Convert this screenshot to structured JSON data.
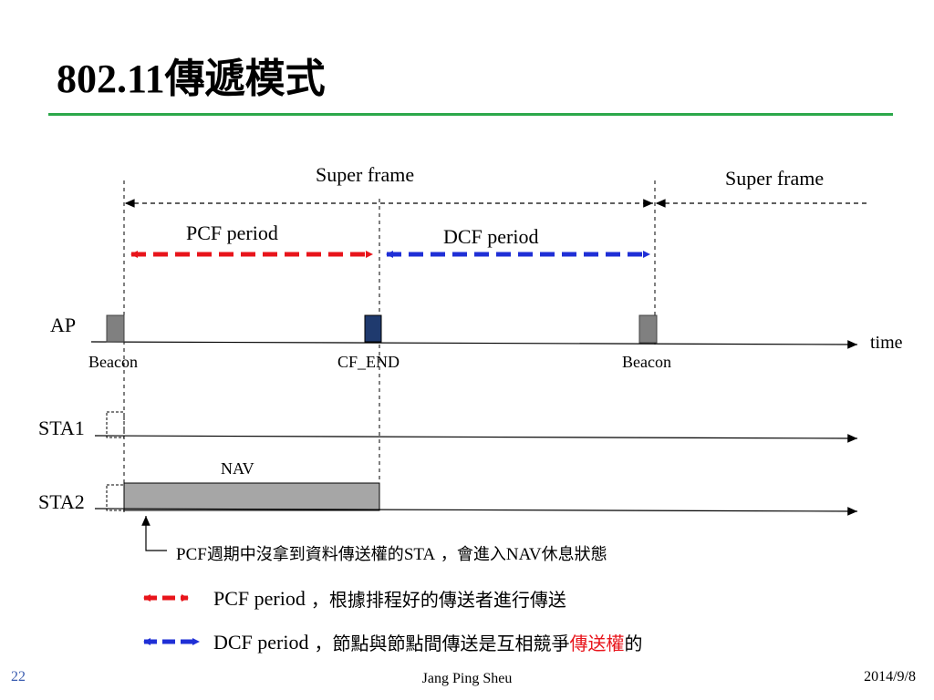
{
  "title": "802.11傳遞模式",
  "timeline": {
    "super_frame_1": "Super frame",
    "super_frame_2": "Super frame",
    "pcf_period": "PCF period",
    "dcf_period": "DCF period",
    "time": "time"
  },
  "rows": {
    "ap": "AP",
    "sta1": "STA1",
    "sta2": "STA2"
  },
  "frames": {
    "beacon_1": "Beacon",
    "cf_end": "CF_END",
    "beacon_2": "Beacon",
    "nav": "NAV"
  },
  "note": {
    "prefix": "PCF",
    "text": "週期中沒拿到資料傳送權的",
    "sta": "STA",
    "text2": " ，會進入",
    "nav": "NAV",
    "text3": "休息狀態"
  },
  "legend": {
    "pcf_label": "PCF period",
    "pcf_desc": "，根據排程好的傳送者進行傳送",
    "dcf_label": "DCF period",
    "dcf_desc": "，節點與節點間傳送是互相競爭",
    "dcf_highlight": "傳送權",
    "dcf_tail": "的"
  },
  "footer": {
    "page_number": "22",
    "author": "Jang Ping Sheu",
    "date": "2014/9/8"
  },
  "colors": {
    "title_rule": "#2ca84a",
    "pcf": "#e8141b",
    "dcf": "#1f2fd6",
    "beacon": "#808080",
    "cf_end": "#1f3a6e",
    "nav": "#a6a6a6"
  }
}
